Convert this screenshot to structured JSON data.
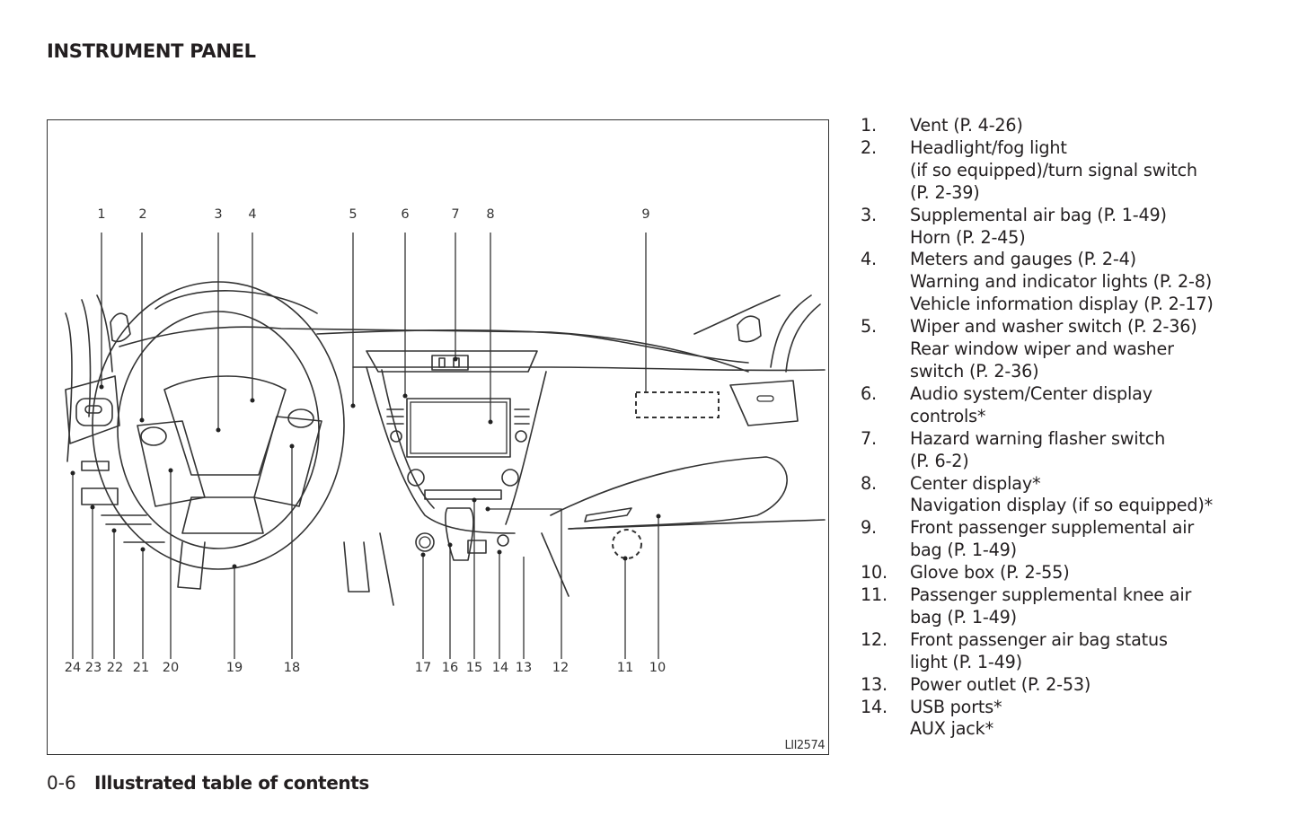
{
  "page": {
    "title": "INSTRUMENT PANEL",
    "footer": {
      "page_number": "0-6",
      "section_title": "Illustrated table of contents"
    }
  },
  "figure": {
    "figure_id": "LII2574",
    "callouts_top": [
      "1",
      "2",
      "3",
      "4",
      "5",
      "6",
      "7",
      "8",
      "9"
    ],
    "callouts_bottom": [
      "24",
      "23",
      "22",
      "21",
      "20",
      "19",
      "18",
      "17",
      "16",
      "15",
      "14",
      "13",
      "12",
      "11",
      "10"
    ]
  },
  "legend": [
    {
      "num": "1.",
      "lines": [
        "Vent (P. 4-26)"
      ]
    },
    {
      "num": "2.",
      "lines": [
        "Headlight/fog light",
        "(if so equipped)/turn signal switch",
        "(P. 2-39)"
      ]
    },
    {
      "num": "3.",
      "lines": [
        "Supplemental air bag (P. 1-49)",
        "Horn (P. 2-45)"
      ]
    },
    {
      "num": "4.",
      "lines": [
        "Meters and gauges (P. 2-4)",
        "Warning and indicator lights (P. 2-8)",
        "Vehicle information display (P. 2-17)"
      ]
    },
    {
      "num": "5.",
      "lines": [
        "Wiper and washer switch (P. 2-36)",
        "Rear window wiper and washer",
        "switch (P. 2-36)"
      ]
    },
    {
      "num": "6.",
      "lines": [
        "Audio system/Center display",
        "controls*"
      ]
    },
    {
      "num": "7.",
      "lines": [
        "Hazard warning flasher switch",
        "(P. 6-2)"
      ]
    },
    {
      "num": "8.",
      "lines": [
        "Center display*",
        "Navigation display (if so equipped)*"
      ]
    },
    {
      "num": "9.",
      "lines": [
        "Front passenger supplemental air",
        "bag (P. 1-49)"
      ]
    },
    {
      "num": "10.",
      "lines": [
        "Glove box (P. 2-55)"
      ]
    },
    {
      "num": "11.",
      "lines": [
        "Passenger supplemental knee air",
        "bag (P. 1-49)"
      ]
    },
    {
      "num": "12.",
      "lines": [
        "Front passenger air bag status",
        "light (P. 1-49)"
      ]
    },
    {
      "num": "13.",
      "lines": [
        "Power outlet (P. 2-53)"
      ]
    },
    {
      "num": "14.",
      "lines": [
        "USB ports*",
        "AUX jack*"
      ]
    }
  ]
}
